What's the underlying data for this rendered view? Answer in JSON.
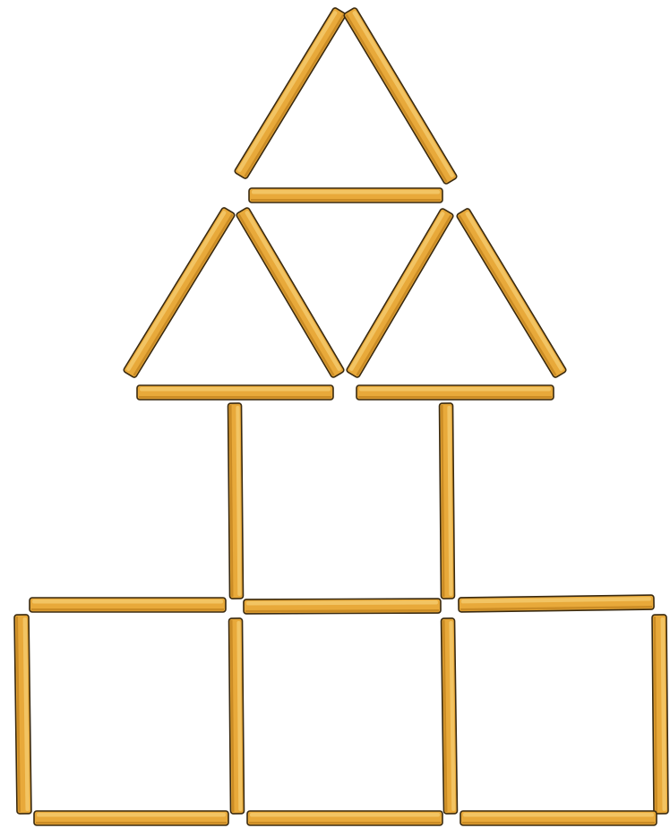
{
  "figure": {
    "description_free": true,
    "stick_fill": "#E8A93A",
    "stick_highlight": "#F6CD72",
    "stick_outline": "#3A2A10",
    "background": "#FFFFFF"
  },
  "sticks": [
    {
      "group": "top-triangle",
      "id": "top-left"
    },
    {
      "group": "top-triangle",
      "id": "top-right"
    },
    {
      "group": "top-triangle",
      "id": "top-base"
    },
    {
      "group": "left-triangle",
      "id": "left-tri-left"
    },
    {
      "group": "left-triangle",
      "id": "left-tri-right"
    },
    {
      "group": "left-triangle",
      "id": "left-tri-base"
    },
    {
      "group": "right-triangle",
      "id": "right-tri-left"
    },
    {
      "group": "right-triangle",
      "id": "right-tri-right"
    },
    {
      "group": "right-triangle",
      "id": "right-tri-base"
    },
    {
      "group": "columns",
      "id": "left-column"
    },
    {
      "group": "columns",
      "id": "right-column"
    },
    {
      "group": "squares",
      "id": "top-edge-1"
    },
    {
      "group": "squares",
      "id": "top-edge-2"
    },
    {
      "group": "squares",
      "id": "top-edge-3"
    },
    {
      "group": "squares",
      "id": "outer-left"
    },
    {
      "group": "squares",
      "id": "divider-1"
    },
    {
      "group": "squares",
      "id": "divider-2"
    },
    {
      "group": "squares",
      "id": "outer-right"
    },
    {
      "group": "squares",
      "id": "bottom-edge-1"
    },
    {
      "group": "squares",
      "id": "bottom-edge-2"
    },
    {
      "group": "squares",
      "id": "bottom-edge-3"
    }
  ]
}
